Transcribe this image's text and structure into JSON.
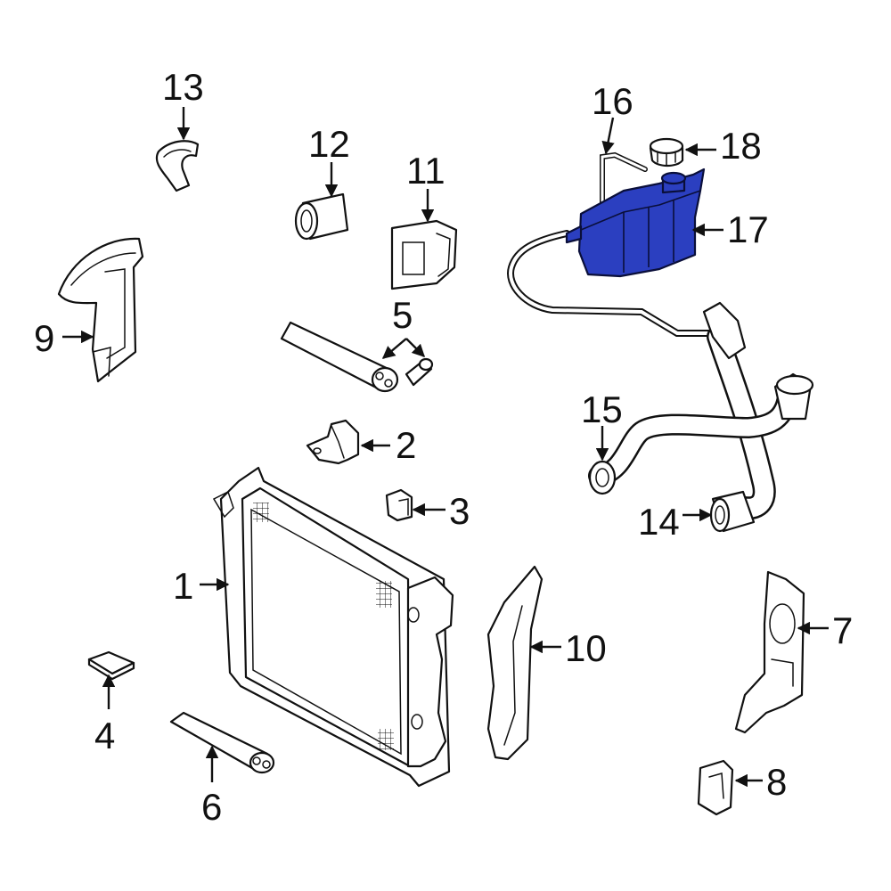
{
  "diagram": {
    "highlight_color": "#2b3fc0",
    "callouts": [
      {
        "id": "1",
        "label": "1"
      },
      {
        "id": "2",
        "label": "2"
      },
      {
        "id": "3",
        "label": "3"
      },
      {
        "id": "4",
        "label": "4"
      },
      {
        "id": "5",
        "label": "5"
      },
      {
        "id": "6",
        "label": "6"
      },
      {
        "id": "7",
        "label": "7"
      },
      {
        "id": "8",
        "label": "8"
      },
      {
        "id": "9",
        "label": "9"
      },
      {
        "id": "10",
        "label": "10"
      },
      {
        "id": "11",
        "label": "11"
      },
      {
        "id": "12",
        "label": "12"
      },
      {
        "id": "13",
        "label": "13"
      },
      {
        "id": "14",
        "label": "14"
      },
      {
        "id": "15",
        "label": "15"
      },
      {
        "id": "16",
        "label": "16"
      },
      {
        "id": "17",
        "label": "17"
      },
      {
        "id": "18",
        "label": "18"
      }
    ]
  }
}
